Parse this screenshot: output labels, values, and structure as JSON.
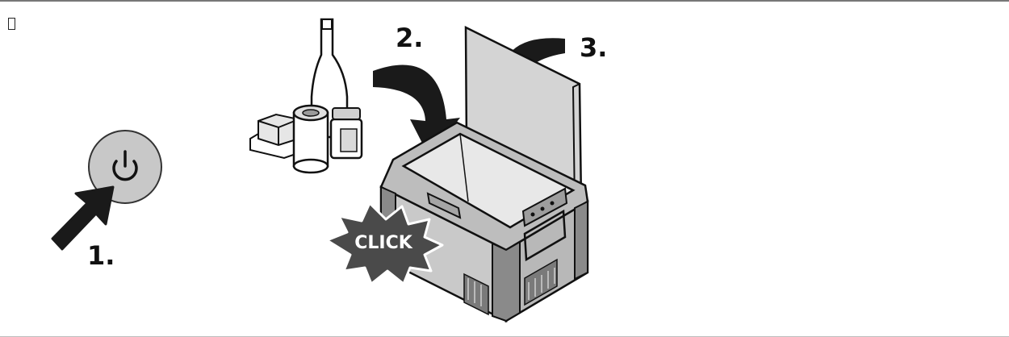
{
  "steps": [
    {
      "label": "1."
    },
    {
      "label": "2."
    },
    {
      "label": "3."
    }
  ],
  "click_label": "CLICK",
  "corner_glyph": "",
  "colors": {
    "outline": "#111111",
    "fill_light": "#d9d9d9",
    "fill_mid": "#c4c4c4",
    "fill_dark": "#8a8a8a",
    "starburst": "#4a4a4a",
    "arrow": "#1a1a1a"
  },
  "icons": [
    "power-icon",
    "finger-arrow-icon",
    "curved-arrow-icon",
    "cooler-box-icon",
    "bottle-icon",
    "can-icon",
    "jar-icon",
    "butter-icon",
    "starburst-icon"
  ]
}
